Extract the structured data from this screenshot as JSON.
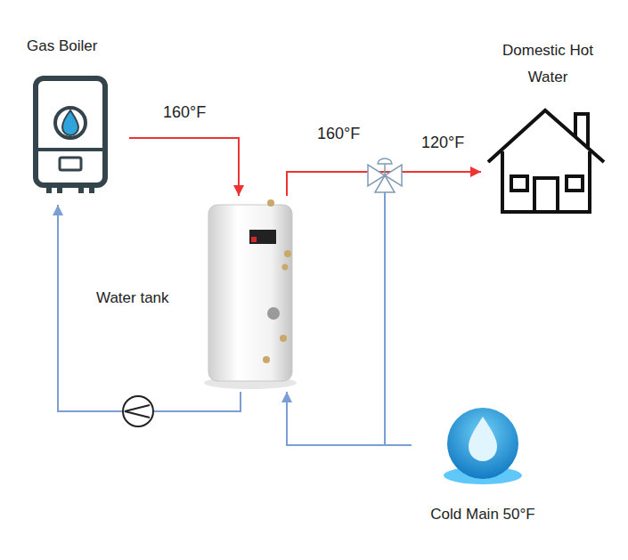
{
  "diagram": {
    "nodes": [
      {
        "text": [
          "Gas Boiler"
        ]
      },
      {
        "text": [
          "Domestic Hot Water"
        ]
      },
      {
        "text": [
          "Water tank"
        ]
      },
      {
        "text": [
          "Cold Main 50°F"
        ]
      }
    ],
    "edges": [
      {
        "from": 0,
        "to": 2,
        "arrow": "to",
        "label": "160°F"
      },
      {
        "from": 2,
        "to": 1,
        "arrow": "to",
        "label": "160°F"
      },
      {
        "from": 3,
        "to": 2,
        "arrow": "to"
      },
      {
        "from": 2,
        "to": 0,
        "arrow": "to"
      }
    ],
    "labels": [
      "120°F"
    ]
  }
}
